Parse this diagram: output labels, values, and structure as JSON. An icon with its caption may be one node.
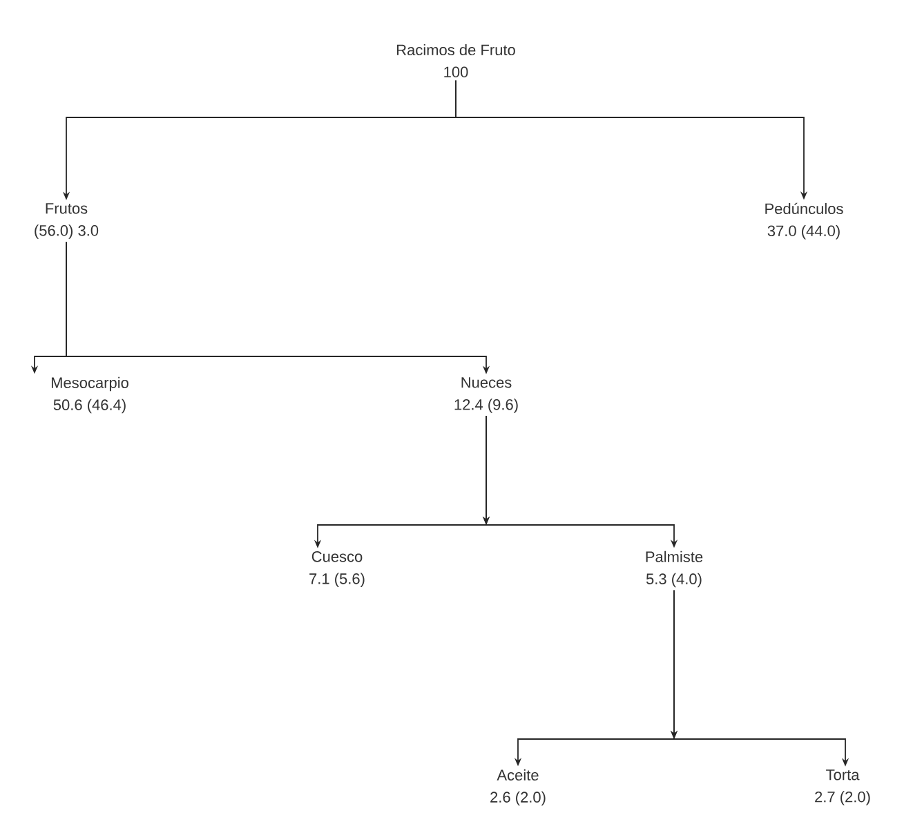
{
  "diagram": {
    "nodes": [
      {
        "text": [
          "Racimos de Fruto",
          "100"
        ]
      },
      {
        "text": [
          "Frutos",
          "(56.0) 3.0"
        ]
      },
      {
        "text": [
          "Pedúnculos",
          "37.0 (44.0)"
        ]
      },
      {
        "text": [
          "Mesocarpio",
          "50.6 (46.4)"
        ]
      },
      {
        "text": [
          "Nueces",
          "12.4 (9.6)"
        ]
      },
      {
        "text": [
          "Cuesco",
          "7.1 (5.6)"
        ]
      },
      {
        "text": [
          "Palmiste",
          "5.3 (4.0)"
        ]
      },
      {
        "text": [
          "Aceite",
          "2.6 (2.0)"
        ]
      },
      {
        "text": [
          "Torta",
          "2.7 (2.0)"
        ]
      }
    ],
    "edges": [
      {
        "from": 0,
        "to": 1,
        "arrow": "to"
      },
      {
        "from": 0,
        "to": 2,
        "arrow": "to"
      },
      {
        "from": 1,
        "to": 3,
        "arrow": "to"
      },
      {
        "from": 1,
        "to": 4,
        "arrow": "to"
      },
      {
        "from": 4,
        "to": 5,
        "arrow": "to"
      },
      {
        "from": 4,
        "to": 6,
        "arrow": "to"
      },
      {
        "from": 6,
        "to": 7,
        "arrow": "to"
      },
      {
        "from": 6,
        "to": 8,
        "arrow": "to"
      }
    ]
  }
}
